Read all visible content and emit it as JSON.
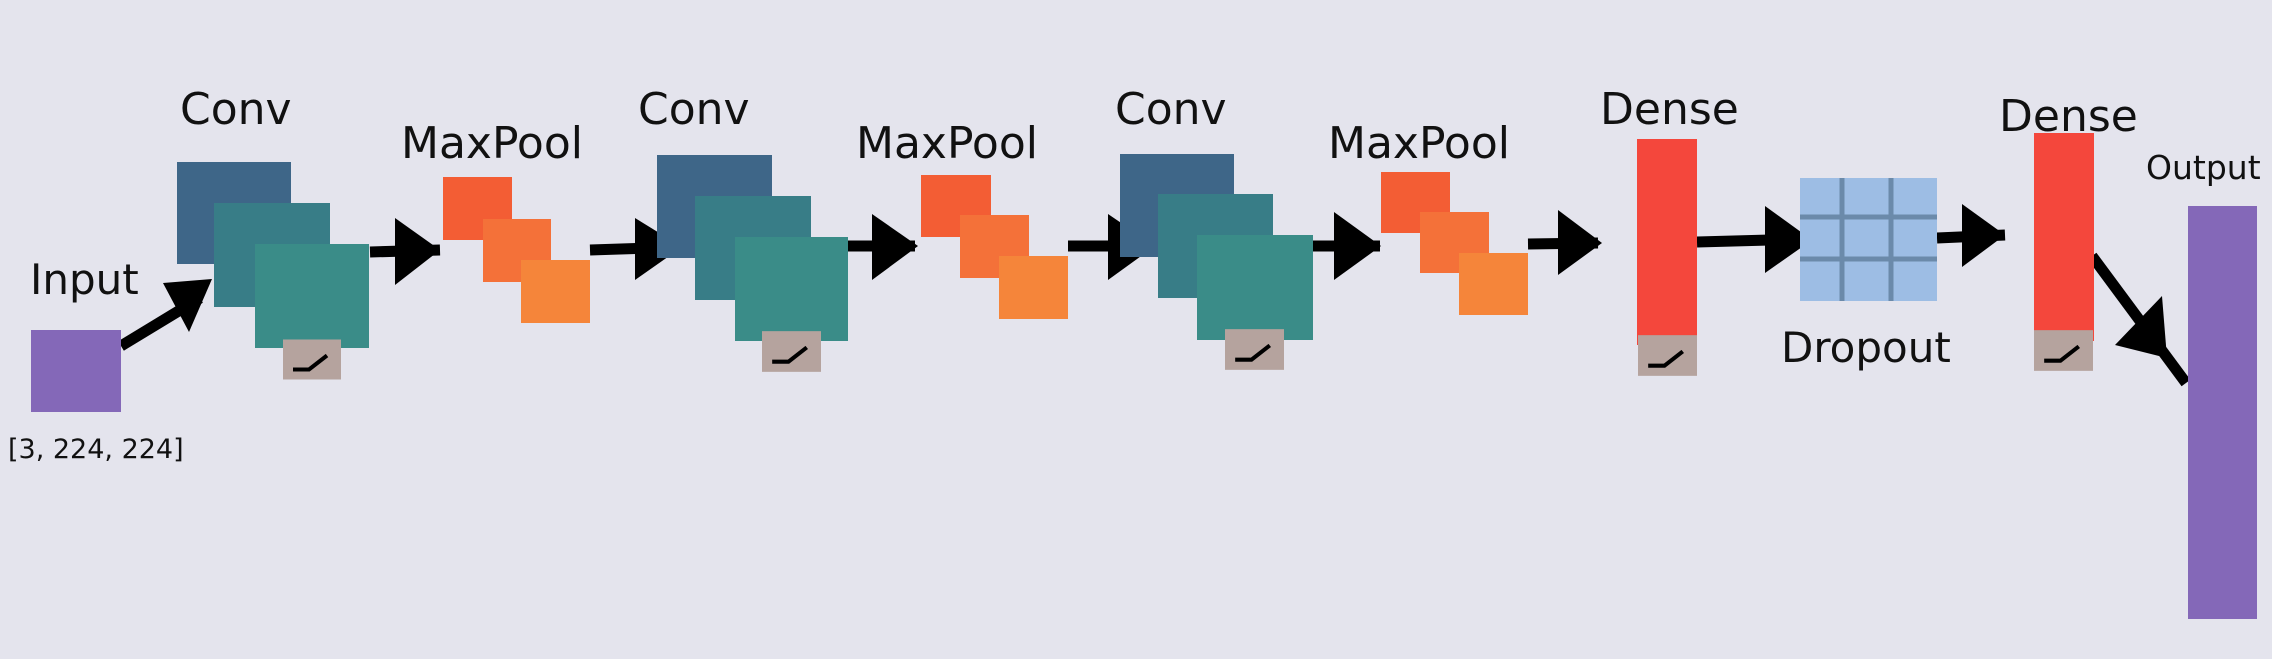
{
  "diagram": {
    "input": {
      "label": "Input",
      "shape": "[3, 224, 224]"
    },
    "layers": [
      {
        "type": "Conv",
        "label": "Conv",
        "activation": "relu"
      },
      {
        "type": "MaxPool",
        "label": "MaxPool"
      },
      {
        "type": "Conv",
        "label": "Conv",
        "activation": "relu"
      },
      {
        "type": "MaxPool",
        "label": "MaxPool"
      },
      {
        "type": "Conv",
        "label": "Conv",
        "activation": "relu"
      },
      {
        "type": "MaxPool",
        "label": "MaxPool"
      },
      {
        "type": "Dense",
        "label": "Dense",
        "activation": "relu"
      },
      {
        "type": "Dropout",
        "label": "Dropout"
      },
      {
        "type": "Dense",
        "label": "Dense",
        "activation": "relu"
      }
    ],
    "output": {
      "label": "Output"
    },
    "colors": {
      "background": "#e4e4ed",
      "input_output": "#8468b8",
      "conv_dark": "#3e6688",
      "conv_mid": "#387d87",
      "conv_light": "#3a8c88",
      "pool_1": "#f35d34",
      "pool_2": "#f47139",
      "pool_3": "#f5853a",
      "dense": "#f4473c",
      "dropout": "#9dbde4",
      "dropout_grid": "#6b8aaa",
      "activation_badge": "#b5a39e",
      "connector": "#000000"
    }
  }
}
